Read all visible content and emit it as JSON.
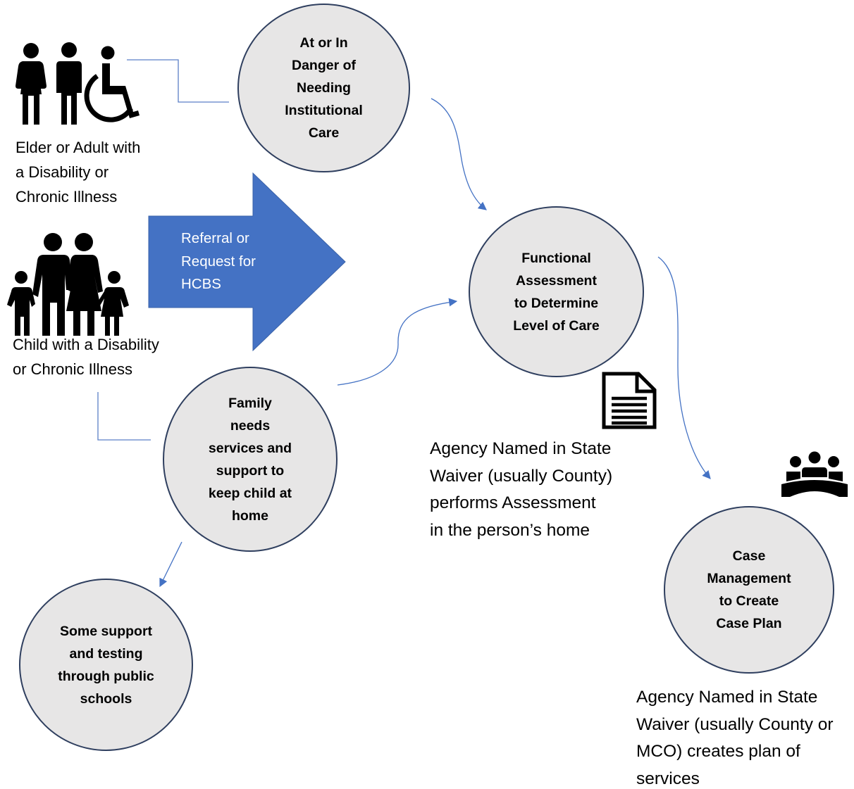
{
  "colors": {
    "node_fill": "#e7e6e6",
    "node_border": "#2f3f5f",
    "arrow_fill": "#4472c4",
    "connector": "#4472c4",
    "outline_line": "#5a7fc7",
    "icon": "#000000"
  },
  "icons": {
    "adult_group": "adults-with-wheelchair-icon",
    "child_family": "family-with-children-icon",
    "document": "document-icon",
    "meeting": "meeting-group-icon"
  },
  "nodes": {
    "institutional": "At or In\nDanger of\nNeeding\nInstitutional\nCare",
    "assessment": "Functional\nAssessment\nto Determine\nLevel of Care",
    "family": "Family\nneeds\nservices and\nsupport to\nkeep child at\nhome",
    "schools": "Some support\nand testing\nthrough public\nschools",
    "case_management": "Case\nManagement\nto Create\nCase Plan"
  },
  "arrow_label": "Referral or\nRequest for\nHCBS",
  "captions": {
    "adult": "Elder or Adult with\na Disability or\nChronic Illness",
    "child": "Child with a Disability\nor Chronic Illness",
    "assessment_agency": "Agency Named in State\nWaiver (usually County)\nperforms Assessment\nin the person’s home",
    "case_agency": "Agency Named in State\nWaiver (usually County or\nMCO) creates plan of\nservices"
  }
}
